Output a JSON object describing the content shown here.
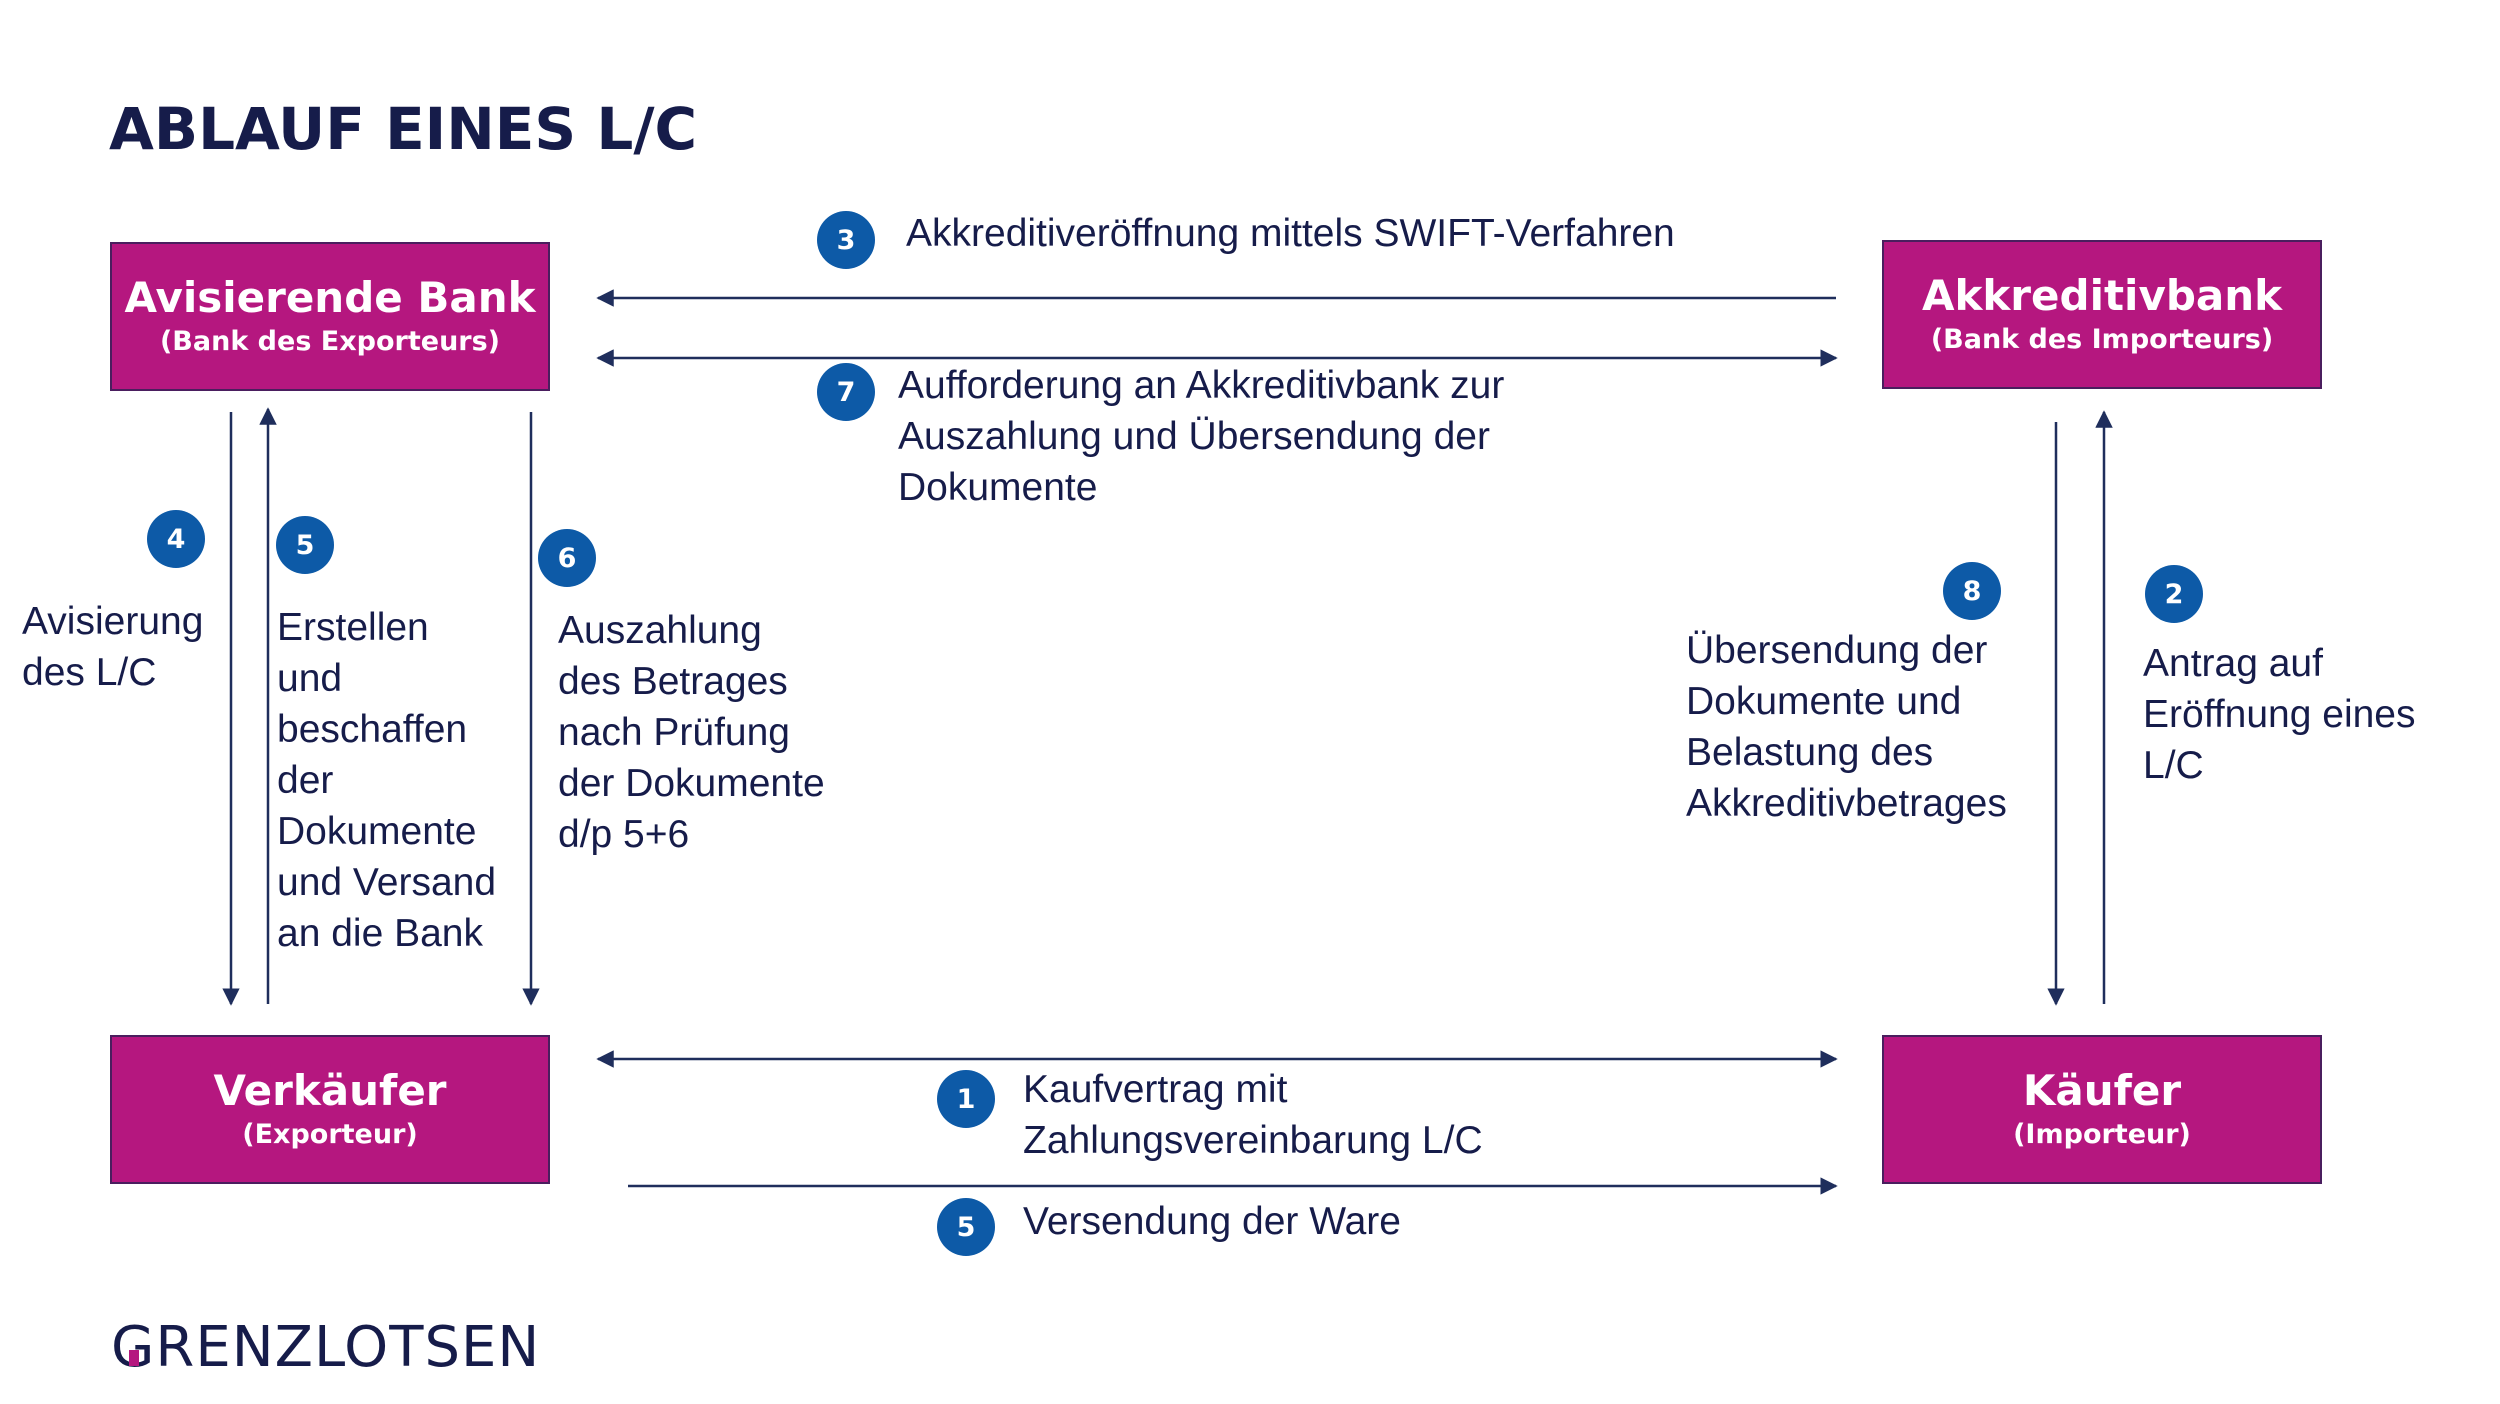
{
  "title": "ABLAUF EINES L/C",
  "colors": {
    "box": "#b5177f",
    "navy": "#161c4a",
    "badge": "#0d5aa7",
    "arrow": "#1f2e5c"
  },
  "nodes": {
    "advising_bank": {
      "title": "Avisierende Bank",
      "sub": "(Bank des Exporteurs)"
    },
    "issuing_bank": {
      "title": "Akkreditivbank",
      "sub": "(Bank des Importeurs)"
    },
    "seller": {
      "title": "Verkäufer",
      "sub": "(Exporteur)"
    },
    "buyer": {
      "title": "Käufer",
      "sub": "(Importeur)"
    }
  },
  "steps": {
    "s3": {
      "num": "3",
      "text": "Akkreditiveröffnung mittels SWIFT-Verfahren"
    },
    "s7": {
      "num": "7",
      "text": "Aufforderung an Akkreditivbank zur\nAuszahlung und Übersendung der\nDokumente"
    },
    "s4": {
      "num": "4",
      "text": "Avisierung\ndes L/C"
    },
    "s5a": {
      "num": "5",
      "text": "Erstellen\nund\nbeschaffen\nder\nDokumente\nund Versand\nan die Bank"
    },
    "s6": {
      "num": "6",
      "text": "Auszahlung\ndes Betrages\nnach Prüfung\nder Dokumente\nd/p 5+6"
    },
    "s8": {
      "num": "8",
      "text": "Übersendung der\nDokumente und\nBelastung des\nAkkreditivbetrages"
    },
    "s2": {
      "num": "2",
      "text": "Antrag auf\nEröffnung eines\nL/C"
    },
    "s1": {
      "num": "1",
      "text": "Kaufvertrag mit\nZahlungsvereinbarung L/C"
    },
    "s5b": {
      "num": "5",
      "text": "Versendung der Ware"
    }
  },
  "logo": {
    "first": "G",
    "rest": "RENZLOTSEN"
  }
}
